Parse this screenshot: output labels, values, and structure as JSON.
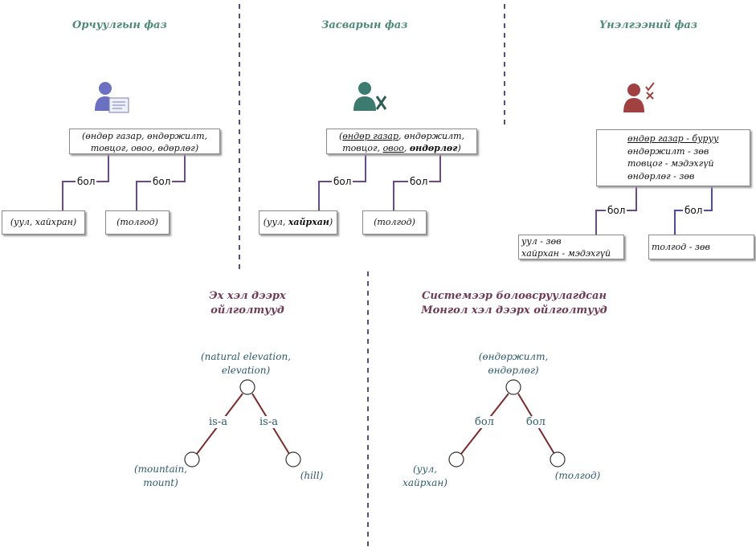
{
  "phases": {
    "translation": {
      "title": "Орчуулгын фаз",
      "synset": [
        "(өндөр газар, өндөржилт,",
        "товцог, овоо, өдөрлөг)"
      ],
      "relation": [
        "бол",
        "бол"
      ],
      "child_left": "(уул, хайхран)",
      "child_right": "(толгод)"
    },
    "correction": {
      "title": "Засварын фаз",
      "synset_line1": {
        "open": "(",
        "w1": "өндөр газар",
        "rest": ", өндөржилт,"
      },
      "synset_line2": {
        "w1": "товцог, ",
        "w2": "овоо",
        "sep": ", ",
        "w3": "өндөрлөг",
        "close": ")"
      },
      "relation": [
        "бол",
        "бол"
      ],
      "child_left": {
        "pre": "(уул, ",
        "bold": "хайрхан",
        "post": ")"
      },
      "child_right": "(толгод)"
    },
    "evaluation": {
      "title": "Үнэлгээний фаз",
      "synset": [
        "өндөр газар - буруу",
        "өндөржилт - зөв",
        "товцог - мэдэхгүй",
        "өндөрлөг - зөв"
      ],
      "relation": [
        "бол",
        "бол"
      ],
      "child_left": [
        "уул - зөв",
        "хайрхан - мэдэхгүй"
      ],
      "child_right": "толгод - зөв"
    }
  },
  "sections": {
    "source": {
      "title": [
        "Эх хэл дээрх",
        "ойлголтууд"
      ],
      "root": [
        "(natural elevation,",
        "elevation)"
      ],
      "edge_labels": [
        "is-a",
        "is-a"
      ],
      "left": [
        "(mountain,",
        "mount)"
      ],
      "right": "(hill)"
    },
    "target": {
      "title": [
        "Системээр боловсруулагдсан",
        "Монгол хэл дээрх ойлголтууд"
      ],
      "root": [
        "(өндөржилт,",
        "өндөрлөг)"
      ],
      "edge_labels": [
        "бол",
        "бол"
      ],
      "left": [
        "(уул,",
        "хайрхан)"
      ],
      "right": "(толгод)"
    }
  },
  "icons": [
    "translator-user-icon",
    "editor-user-icon",
    "evaluator-user-icon"
  ],
  "colors": {
    "phase_title": "#4e8a78",
    "section_title": "#6f3a56",
    "divider": "#5a4a8a",
    "connector_purple": "#6b4a8a",
    "tree_edge": "#7a2a2a",
    "translator_icon": "#6b70c0",
    "editor_icon": "#3d7a70",
    "evaluator_icon": "#a04040"
  }
}
